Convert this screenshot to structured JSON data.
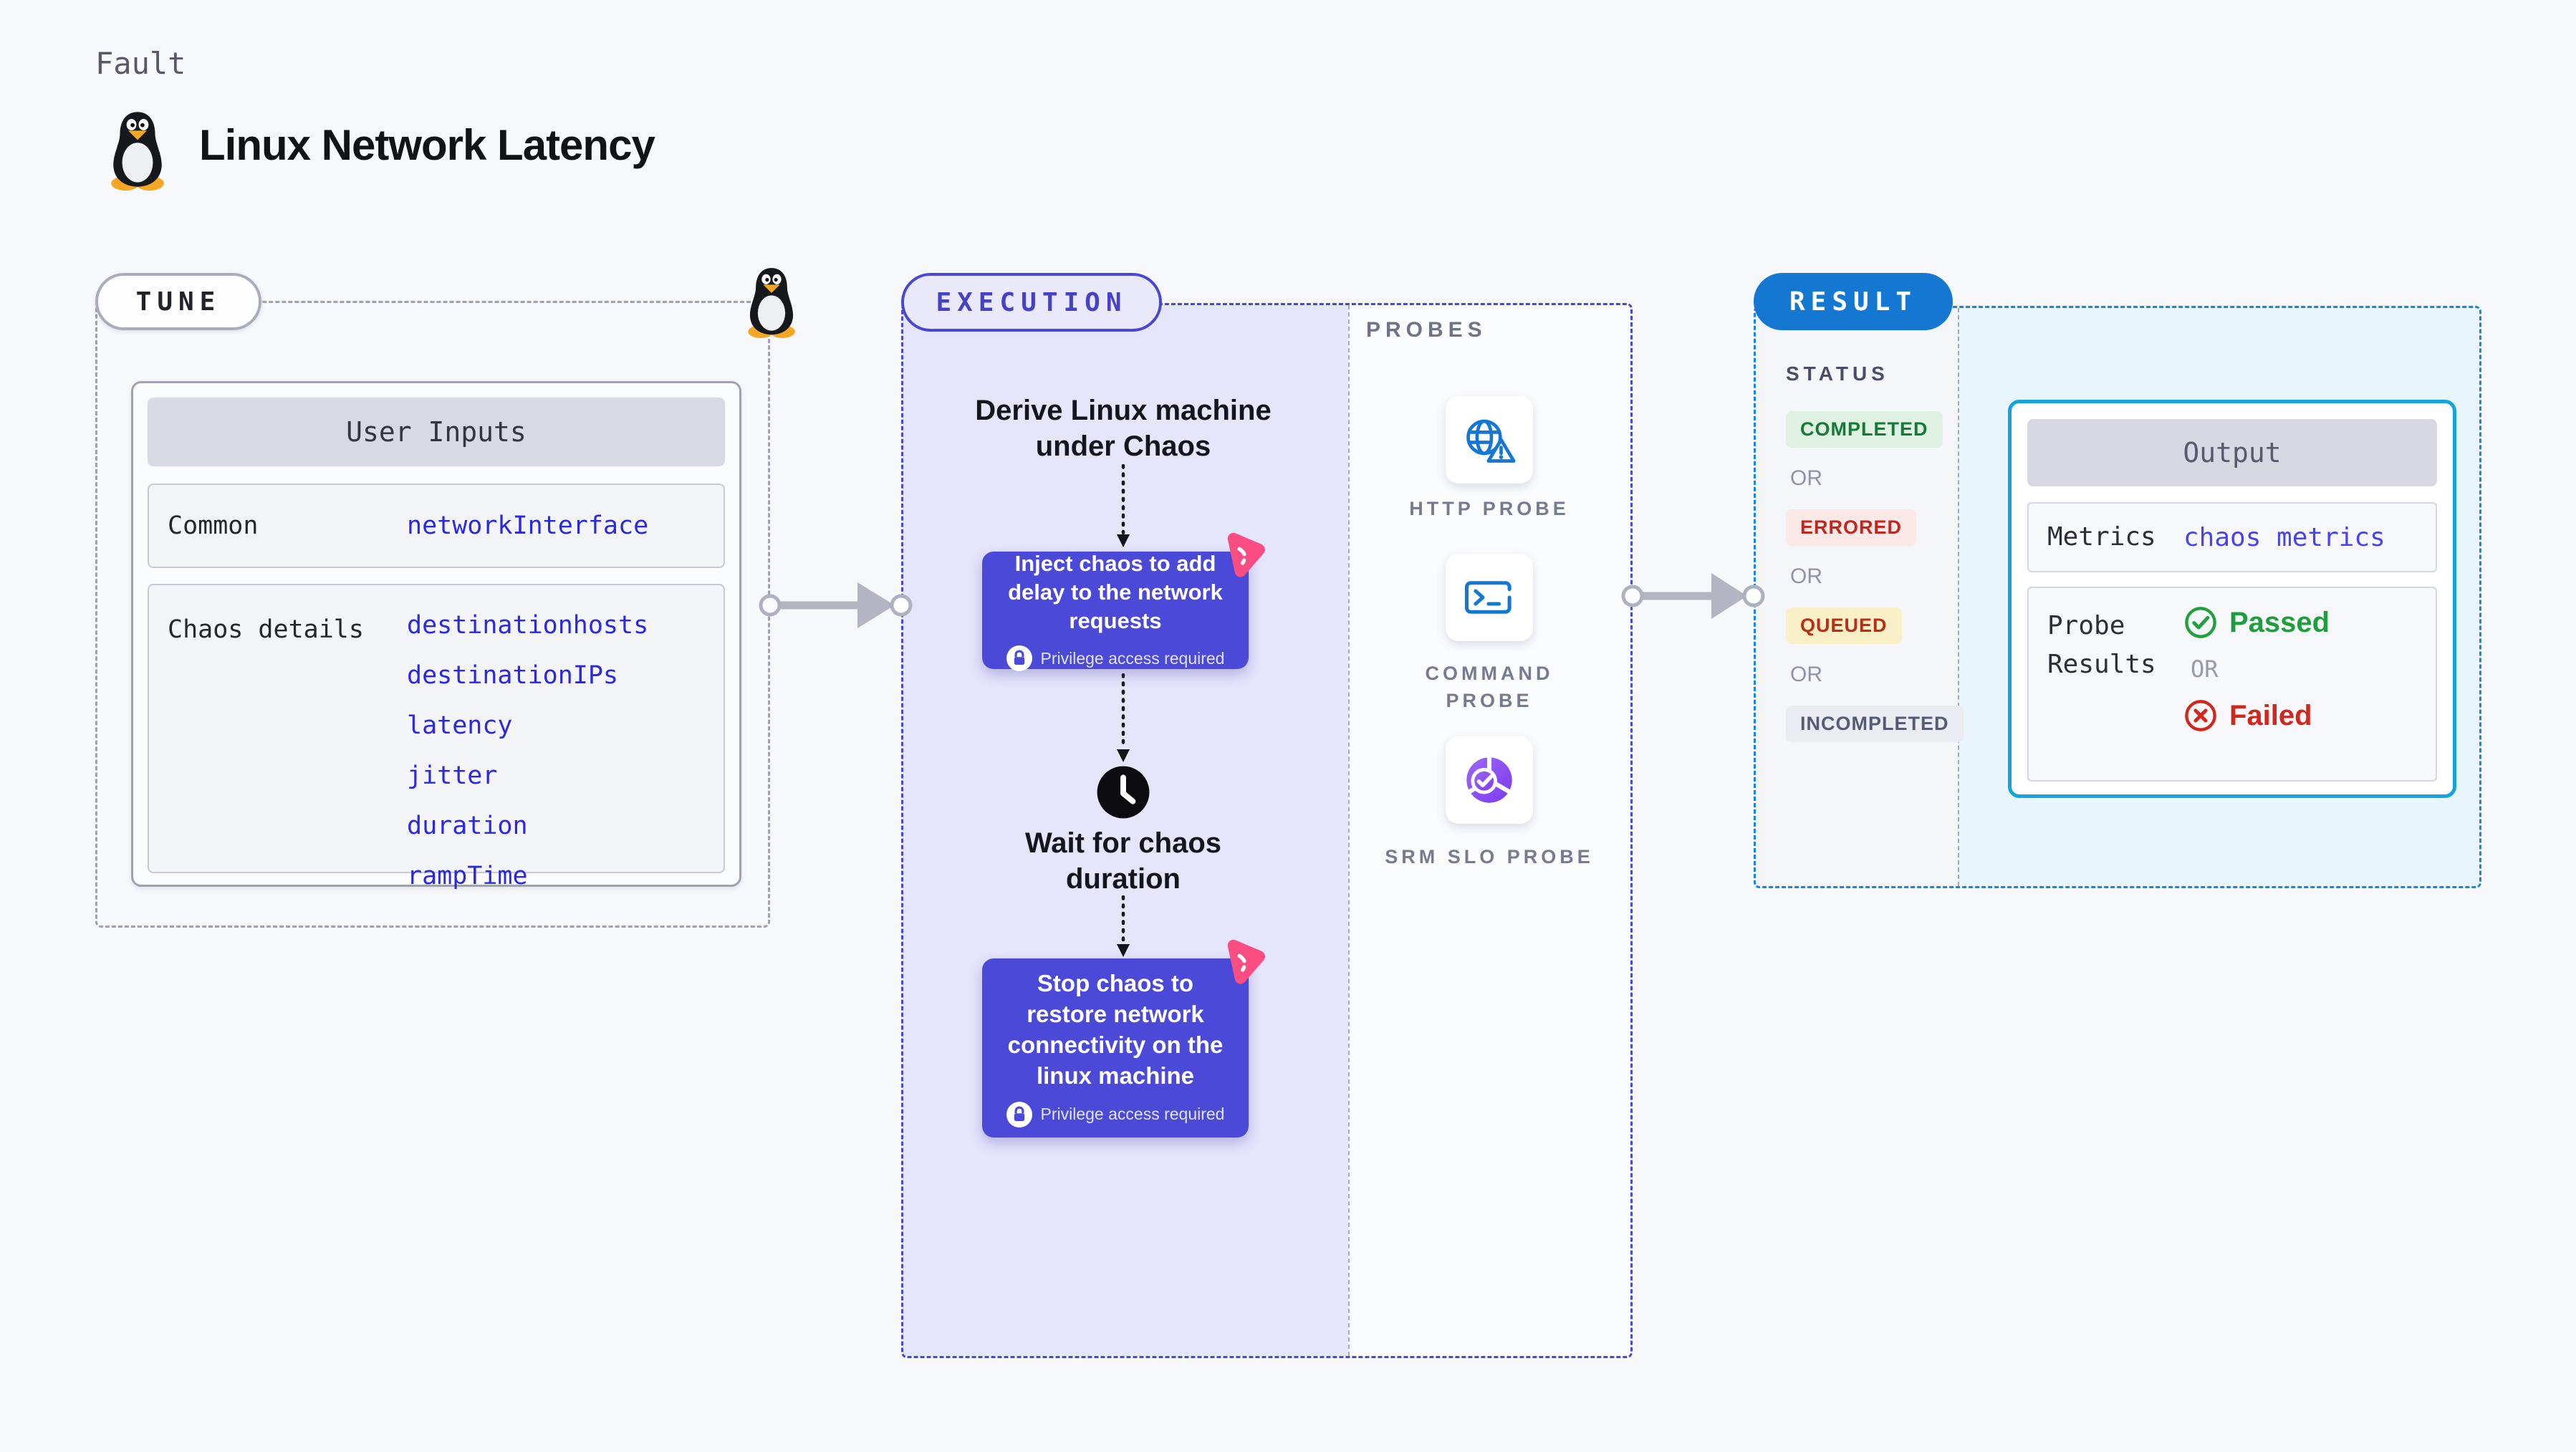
{
  "page": {
    "kicker": "Fault",
    "title": "Linux Network Latency"
  },
  "tune": {
    "badge": "TUNE",
    "user_inputs": {
      "header": "User Inputs",
      "rows": [
        {
          "label": "Common",
          "values": [
            "networkInterface"
          ]
        },
        {
          "label": "Chaos details",
          "values": [
            "destinationhosts",
            "destinationIPs",
            "latency",
            "jitter",
            "duration",
            "rampTime"
          ]
        }
      ]
    }
  },
  "execution": {
    "badge": "EXECUTION",
    "derive": "Derive Linux machine under Chaos",
    "inject": "Inject chaos to add delay to the network requests",
    "wait": "Wait for chaos duration",
    "stop": "Stop chaos to restore network connectivity on the linux machine",
    "privilege": "Privilege access required"
  },
  "probes": {
    "label": "PROBES",
    "items": [
      {
        "name": "HTTP PROBE",
        "icon": "globe-warning-icon"
      },
      {
        "name": "COMMAND PROBE",
        "icon": "terminal-icon"
      },
      {
        "name": "SRM SLO PROBE",
        "icon": "slo-pie-check-icon"
      }
    ]
  },
  "result": {
    "badge": "RESULT",
    "status_label": "STATUS",
    "or": "OR",
    "statuses": [
      {
        "label": "COMPLETED"
      },
      {
        "label": "ERRORED"
      },
      {
        "label": "QUEUED"
      },
      {
        "label": "INCOMPLETED"
      }
    ],
    "output": {
      "header": "Output",
      "metrics_label": "Metrics",
      "metrics_value": "chaos metrics",
      "probe_results_label": "Probe Results",
      "passed": "Passed",
      "or": "OR",
      "failed": "Failed"
    }
  },
  "colors": {
    "accent_indigo": "#4A48CF",
    "node_indigo": "#4B49D8",
    "result_blue": "#1478D2",
    "output_border": "#16A3DC",
    "value_blue": "#2B28E2",
    "passed_green": "#1F9E3D",
    "failed_red": "#D3271B",
    "litmus_pink": "#FA4E82"
  }
}
